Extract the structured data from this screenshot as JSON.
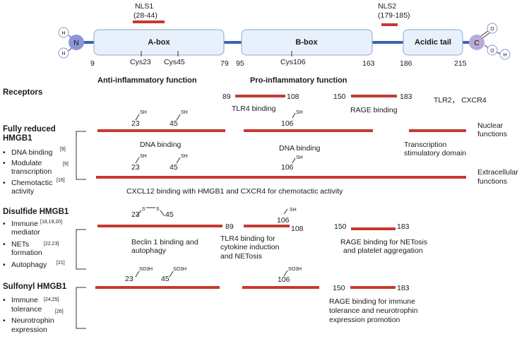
{
  "nls": [
    {
      "name": "NLS1",
      "range": "(28-44)"
    },
    {
      "name": "NLS2",
      "range": "(179-185)"
    }
  ],
  "domains": [
    {
      "label": "A-box"
    },
    {
      "label": "B-box"
    },
    {
      "label": "Acidic tail"
    }
  ],
  "termini": {
    "n_label": "N",
    "c_label": "C",
    "h": "H",
    "o": "O"
  },
  "positions": {
    "p9": "9",
    "p79": "79",
    "p95": "95",
    "p163": "163",
    "p186": "186",
    "p215": "215"
  },
  "cysteines": {
    "cys23": "Cys23",
    "cys45": "Cys45",
    "cys106": "Cys106"
  },
  "functions": {
    "anti": "Anti-inflammatory function",
    "pro": "Pro-inflammatory function"
  },
  "receptors": {
    "title": "Receptors",
    "tlr4": {
      "start": "89",
      "end": "108",
      "label": "TLR4 binding"
    },
    "rage": {
      "start": "150",
      "end": "183",
      "label": "RAGE binding"
    },
    "other": "TLR2， CXCR4"
  },
  "fully_reduced": {
    "title_line1": "Fully reduced",
    "title_line2": "HMGB1",
    "items": [
      {
        "text": "DNA binding",
        "ref": "[9]"
      },
      {
        "text_line1": "Modulate",
        "text_line2": "transcription",
        "ref": "[9]"
      },
      {
        "text_line1": "Chemotactic",
        "text_line2": "activity",
        "ref": "[16]"
      }
    ],
    "group": {
      "sh": "SH",
      "c23": "23",
      "c45": "45",
      "c106": "106"
    },
    "dna_binding_a": "DNA binding",
    "dna_binding_b": "DNA binding",
    "transcription_line1": "Transcription",
    "transcription_line2": "stimulatory domain",
    "nuclear_line1": "Nuclear",
    "nuclear_line2": "functions",
    "extracellular_line1": "Extracellular",
    "extracellular_line2": "functions",
    "cxcl12": "CXCL12 binding with HMGB1 and CXCR4 for chemotactic activity"
  },
  "disulfide": {
    "title": "Disulfide HMGB1",
    "items": [
      {
        "text_line1": "Immune",
        "text_line2": "mediator",
        "ref": "[18,19,20]"
      },
      {
        "text_line1": "NETs",
        "text_line2": "formation",
        "ref": "[22,23]"
      },
      {
        "text": "Autophagy",
        "ref": "[21]"
      }
    ],
    "s": "S",
    "c23": "23",
    "c45": "45",
    "sh": "SH",
    "c106": "106",
    "p89": "89",
    "p108": "108",
    "p150": "150",
    "p183": "183",
    "beclin_line1": "Beclin 1 binding and",
    "beclin_line2": "autophagy",
    "tlr4_line1": "TLR4 binding for",
    "tlr4_line2": "cytokine induction",
    "tlr4_line3": "and NETosis",
    "rage_line1": "RAGE  binding for NETosis",
    "rage_line2": "and platelet aggregation"
  },
  "sulfonyl": {
    "title": "Sulfonyl HMGB1",
    "items": [
      {
        "text_line1": "Immune",
        "text_line2": "tolerance",
        "ref_a": "[24,25]",
        "ref_b": "[26]"
      },
      {
        "text_line1": "Neurotrophin",
        "text_line2": "expression"
      }
    ],
    "so3h": "SO3H",
    "c23": "23",
    "c45": "45",
    "c106": "106",
    "p150": "150",
    "p183": "183",
    "rage_line1": "RAGE binding for immune",
    "rage_line2": "tolerance and neurotrophin",
    "rage_line3": "expression promotion"
  },
  "colors": {
    "bar": "#c43a30",
    "backbone": "#3a63b8",
    "box_fill": "#e8f1fb",
    "terminus": "#8c96d8",
    "c_terminus": "#b7a9d8"
  }
}
